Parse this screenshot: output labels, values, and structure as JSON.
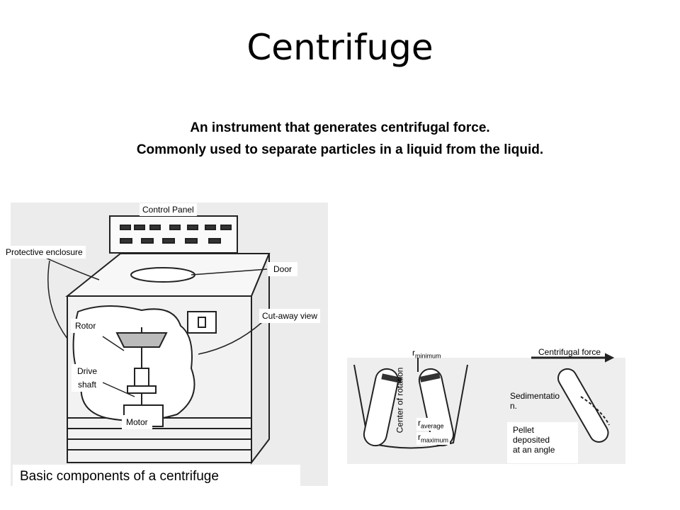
{
  "title": "Centrifuge",
  "subtitle_line1": "An instrument that generates centrifugal force.",
  "subtitle_line2": "Commonly used to separate particles in a liquid from the liquid.",
  "left_figure": {
    "labels": {
      "control_panel": "Control Panel",
      "protective_enclosure": "Protective enclosure",
      "door": "Door",
      "cut_away_view": "Cut-away view",
      "rotor": "Rotor",
      "drive_shaft_1": "Drive",
      "drive_shaft_2": "shaft",
      "motor": "Motor"
    },
    "caption": "Basic components of a centrifuge"
  },
  "right_figure": {
    "r_minimum": "minimum",
    "r_average": "average",
    "r_maximum": "maximum",
    "r_symbol": "r",
    "center_of_rotation": "Center of rotation",
    "centrifugal_force": "Centrifugal force",
    "sedimentation_1": "Sedimentatio",
    "sedimentation_2": "n.",
    "pellet_1": "Pellet",
    "pellet_2": "deposited",
    "pellet_3": "at an angle"
  }
}
